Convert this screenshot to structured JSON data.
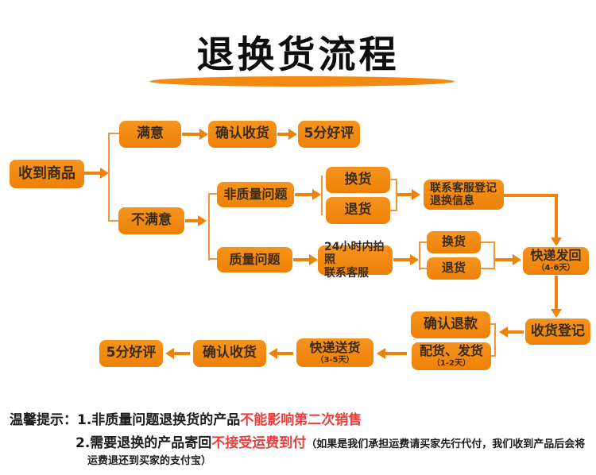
{
  "header": {
    "title": "退换货流程"
  },
  "colors": {
    "accent_orange": "#f28a12",
    "arrow_orange": "#ef830a",
    "warning_red": "#e8403f",
    "text_dark": "#3b2c18"
  },
  "flow": {
    "nodes": [
      {
        "label": "收到商品"
      },
      {
        "label": "满意"
      },
      {
        "label": "确认收货"
      },
      {
        "label": "5分好评"
      },
      {
        "label": "不满意"
      },
      {
        "label": "非质量问题"
      },
      {
        "label": "换货"
      },
      {
        "label": "退货"
      },
      {
        "label": "联系客服登记",
        "label2": "退换信息"
      },
      {
        "label": "质量问题"
      },
      {
        "label": "24小时内拍照",
        "label2": "联系客服"
      },
      {
        "label": "换货"
      },
      {
        "label": "退货"
      },
      {
        "label": "快递发回",
        "sub": "（4-6天）"
      },
      {
        "label": "收货登记"
      },
      {
        "label": "确认退款"
      },
      {
        "label": "配货、发货",
        "sub": "（1-2天）"
      },
      {
        "label": "快递送货",
        "sub": "（3-5天）"
      },
      {
        "label": "确认收货"
      },
      {
        "label": "5分好评"
      }
    ]
  },
  "tips": {
    "prefix": "温馨提示：",
    "line1_black": "1.非质量问题退换货的产品",
    "line1_red": "不能影响第二次销售",
    "line2_black": "2.需要退换的产品寄回",
    "line2_red": "不接受运费到付",
    "line2_note": "（如果是我们承担运费请买家先行代付，我们收到产品后会将",
    "line3_note": "运费退还到买家的支付宝）"
  }
}
